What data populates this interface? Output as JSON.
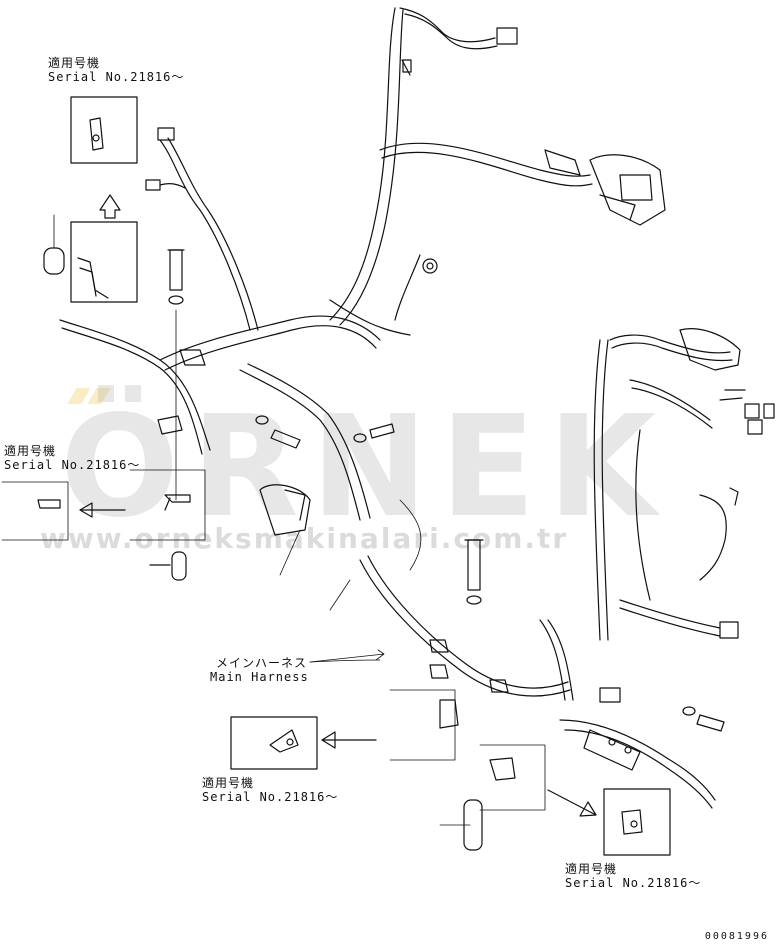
{
  "labels": {
    "serial_top_left": {
      "jp": "適用号機",
      "en": "Serial No.21816～"
    },
    "serial_mid_left": {
      "jp": "適用号機",
      "en": "Serial No.21816～"
    },
    "serial_bottom_center": {
      "jp": "適用号機",
      "en": "Serial No.21816～"
    },
    "serial_bottom_right": {
      "jp": "適用号機",
      "en": "Serial No.21816～"
    },
    "main_harness": {
      "jp": "メインハーネス",
      "en": "Main Harness"
    }
  },
  "watermark": {
    "logo": "ÖRNEK",
    "url": "www.orneksmakinalari.com.tr"
  },
  "part_number": "00081996",
  "colors": {
    "line": "#111111",
    "watermark": "#aaaaaa",
    "accent": "#f0c85a"
  }
}
